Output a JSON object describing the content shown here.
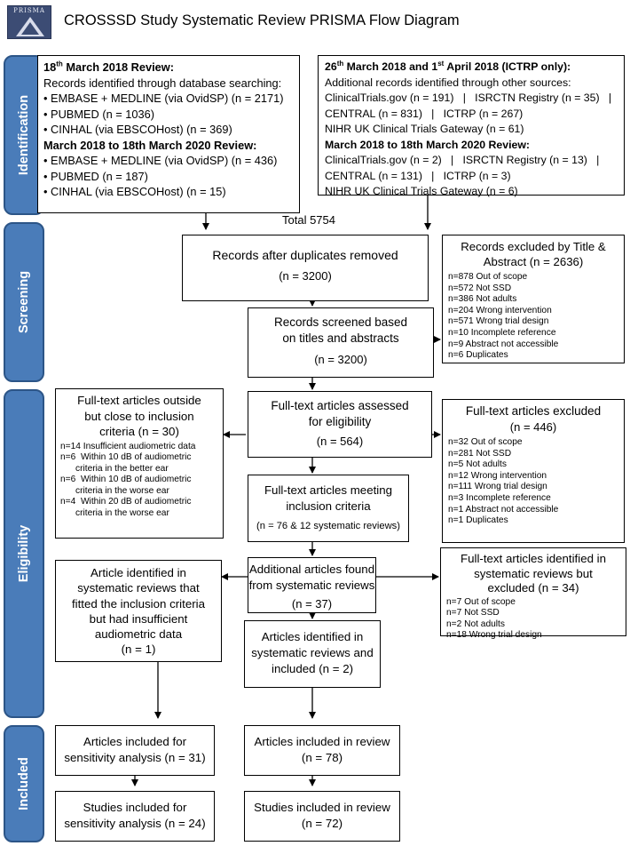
{
  "header": {
    "title": "CROSSSD Study Systematic Review PRISMA Flow Diagram",
    "logo_label": "PRISMA"
  },
  "stages": {
    "identification": "Identification",
    "screening": "Screening",
    "eligibility": "Eligibility",
    "included": "Included"
  },
  "db_search": {
    "title1_day": "18",
    "title1_sup": "th",
    "title1_rest": " March 2018 Review:",
    "intro": "Records identified through database searching:",
    "items1": [
      "• EMBASE + MEDLINE (via OvidSP) (n = 2171)",
      "• PUBMED (n = 1036)",
      "• CINHAL (via EBSCOHost) (n = 369)"
    ],
    "title2": "March 2018 to 18th March 2020 Review:",
    "items2": [
      "• EMBASE + MEDLINE (via OvidSP) (n = 436)",
      "• PUBMED (n = 187)",
      "• CINHAL (via EBSCOHost) (n = 15)"
    ]
  },
  "other_sources": {
    "title1_a": "26",
    "title1_a_sup": "th",
    "title1_b": " March 2018 and 1",
    "title1_b_sup": "st",
    "title1_c": " April 2018 (ICTRP only):",
    "intro": "Additional records identified through other sources:",
    "lines1": [
      "ClinicalTrials.gov (n = 191)   |   ISRCTN Registry (n = 35)   |",
      "CENTRAL (n = 831)   |   ICTRP (n = 267)",
      "NIHR UK Clinical Trials Gateway (n = 61)"
    ],
    "title2": "March 2018 to 18th March 2020 Review:",
    "lines2": [
      "ClinicalTrials.gov (n = 2)   |   ISRCTN Registry (n = 13)   |",
      "CENTRAL (n = 131)   |   ICTRP (n = 3)",
      "NIHR UK Clinical Trials Gateway (n = 6)"
    ]
  },
  "total": "Total  5754",
  "dup_removed": {
    "label": "Records after duplicates removed",
    "n": "(n = 3200)"
  },
  "excluded_title": {
    "header": [
      "Records excluded by Title &",
      "Abstract (n = 2636)"
    ],
    "items": [
      "n=878 Out of scope",
      "n=572 Not SSD",
      "n=386 Not adults",
      "n=204 Wrong intervention",
      "n=571 Wrong trial design",
      "n=10 Incomplete reference",
      "n=9 Abstract not accessible",
      "n=6 Duplicates"
    ]
  },
  "screened": {
    "lines": [
      "Records screened based",
      "on titles and abstracts"
    ],
    "n": "(n = 3200)"
  },
  "assessed": {
    "lines": [
      "Full-text articles assessed",
      "for eligibility"
    ],
    "n": "(n = 564)"
  },
  "outside": {
    "header": [
      "Full-text articles outside",
      "but close to inclusion",
      "criteria (n = 30)"
    ],
    "items": [
      "n=14 Insufficient audiometric data",
      "n=6  Within 10 dB of audiometric",
      "      criteria in the better ear",
      "n=6  Within 10 dB of audiometric",
      "      criteria in the worse ear",
      "n=4  Within 20 dB of audiometric",
      "      criteria in the worse ear"
    ]
  },
  "ft_excluded": {
    "header": "Full-text articles excluded",
    "n": "(n = 446)",
    "items": [
      "n=32 Out of scope",
      "n=281 Not SSD",
      "n=5 Not adults",
      "n=12 Wrong intervention",
      "n=111 Wrong trial design",
      "n=3 Incomplete reference",
      "n=1 Abstract not accessible",
      "n=1 Duplicates"
    ]
  },
  "meeting": {
    "lines": [
      "Full-text articles meeting",
      "inclusion criteria"
    ],
    "n": "(n = 76 & 12 systematic reviews)"
  },
  "sr_insufficient": {
    "lines": [
      "Article identified in",
      "systematic reviews that",
      "fitted the inclusion criteria",
      "but had insufficient",
      "audiometric data"
    ],
    "n": "(n = 1)"
  },
  "additional": {
    "lines": [
      "Additional articles found",
      "from systematic reviews"
    ],
    "n": "(n = 37)"
  },
  "sr_excluded": {
    "header": [
      "Full-text articles identified in",
      "systematic reviews but",
      "excluded (n = 34)"
    ],
    "items": [
      "n=7 Out of scope",
      "n=7 Not SSD",
      "n=2 Not adults",
      "n=18 Wrong trial design"
    ]
  },
  "sr_included": {
    "lines": [
      "Articles identified in",
      "systematic reviews and",
      "included (n = 2)"
    ]
  },
  "sens_articles": {
    "lines": [
      "Articles included for",
      "sensitivity analysis (n = 31)"
    ]
  },
  "review_articles": {
    "lines": [
      "Articles included in review",
      "(n = 78)"
    ]
  },
  "sens_studies": {
    "lines": [
      "Studies included for",
      "sensitivity analysis (n = 24)"
    ]
  },
  "review_studies": {
    "lines": [
      "Studies included in review",
      "(n = 72)"
    ]
  }
}
